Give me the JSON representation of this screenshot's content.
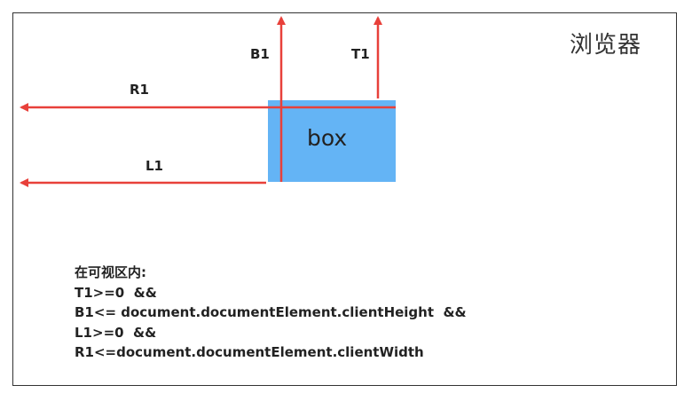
{
  "diagram": {
    "browser_label": "浏览器",
    "box_label": "box",
    "arrows": {
      "b1": "B1",
      "t1": "T1",
      "r1": "R1",
      "l1": "L1"
    },
    "colors": {
      "arrow": "#e8403a",
      "box": "#64b4f5",
      "frame": "#333333"
    }
  },
  "conditions": {
    "title": "在可视区内:",
    "lines": [
      "T1>=0  &&",
      "B1<= document.documentElement.clientHeight  &&",
      "L1>=0  &&",
      "R1<=document.documentElement.clientWidth"
    ]
  }
}
